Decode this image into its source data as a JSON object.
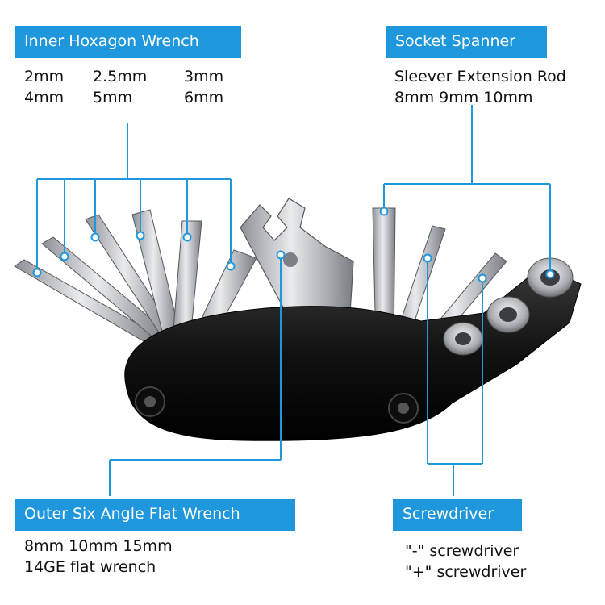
{
  "callouts": {
    "hex_wrench": {
      "title": "Inner Hoxagon Wrench",
      "sizes": [
        "2mm",
        "2.5mm",
        "3mm",
        "4mm",
        "5mm",
        "6mm"
      ]
    },
    "socket_spanner": {
      "title": "Socket Spanner",
      "line1": "Sleever Extension Rod",
      "line2": "8mm 9mm 10mm"
    },
    "flat_wrench": {
      "title": "Outer Six Angle Flat Wrench",
      "line1": "8mm 10mm 15mm",
      "line2": "14GE flat wrench"
    },
    "screwdriver": {
      "title": "Screwdriver",
      "line1": "\"-\" screwdriver",
      "line2": "\"+\" screwdriver"
    }
  },
  "colors": {
    "accent": "#1f97dc",
    "body": "#1a1a1a",
    "metal": "#c9ccd0"
  }
}
